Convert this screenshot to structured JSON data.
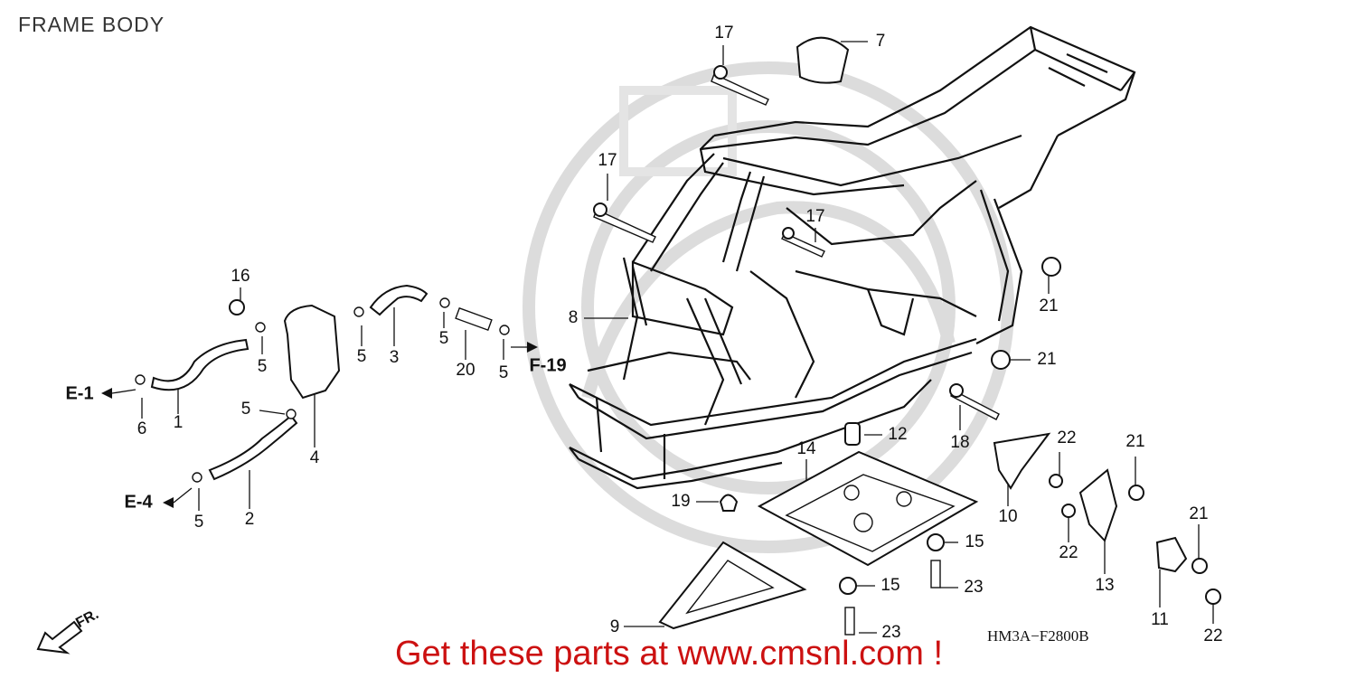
{
  "header": {
    "title": "FRAME BODY"
  },
  "footer": {
    "banner": "Get these parts at www.cmsnl.com !",
    "diagram_code": "HM3A−F2800B"
  },
  "direction": {
    "label": "FR."
  },
  "references": [
    {
      "id": "e1",
      "label": "E-1"
    },
    {
      "id": "e4",
      "label": "E-4"
    },
    {
      "id": "f19",
      "label": "F-19"
    }
  ],
  "callouts": [
    {
      "id": "c17a",
      "label": "17"
    },
    {
      "id": "c7",
      "label": "7"
    },
    {
      "id": "c17b",
      "label": "17"
    },
    {
      "id": "c17c",
      "label": "17"
    },
    {
      "id": "c16",
      "label": "16"
    },
    {
      "id": "c5a",
      "label": "5"
    },
    {
      "id": "c5b",
      "label": "5"
    },
    {
      "id": "c3",
      "label": "3"
    },
    {
      "id": "c5c",
      "label": "5"
    },
    {
      "id": "c20",
      "label": "20"
    },
    {
      "id": "c5d",
      "label": "5"
    },
    {
      "id": "c8",
      "label": "8"
    },
    {
      "id": "c21a",
      "label": "21"
    },
    {
      "id": "c21b",
      "label": "21"
    },
    {
      "id": "c6",
      "label": "6"
    },
    {
      "id": "c1",
      "label": "1"
    },
    {
      "id": "c5e",
      "label": "5"
    },
    {
      "id": "c4",
      "label": "4"
    },
    {
      "id": "c12",
      "label": "12"
    },
    {
      "id": "c18",
      "label": "18"
    },
    {
      "id": "c22a",
      "label": "22"
    },
    {
      "id": "c21c",
      "label": "21"
    },
    {
      "id": "c14",
      "label": "14"
    },
    {
      "id": "c10",
      "label": "10"
    },
    {
      "id": "c5f",
      "label": "5"
    },
    {
      "id": "c2",
      "label": "2"
    },
    {
      "id": "c19",
      "label": "19"
    },
    {
      "id": "c15a",
      "label": "15"
    },
    {
      "id": "c22b",
      "label": "22"
    },
    {
      "id": "c13",
      "label": "13"
    },
    {
      "id": "c21d",
      "label": "21"
    },
    {
      "id": "c15b",
      "label": "15"
    },
    {
      "id": "c23a",
      "label": "23"
    },
    {
      "id": "c11",
      "label": "11"
    },
    {
      "id": "c22c",
      "label": "22"
    },
    {
      "id": "c9",
      "label": "9"
    },
    {
      "id": "c23b",
      "label": "23"
    }
  ]
}
